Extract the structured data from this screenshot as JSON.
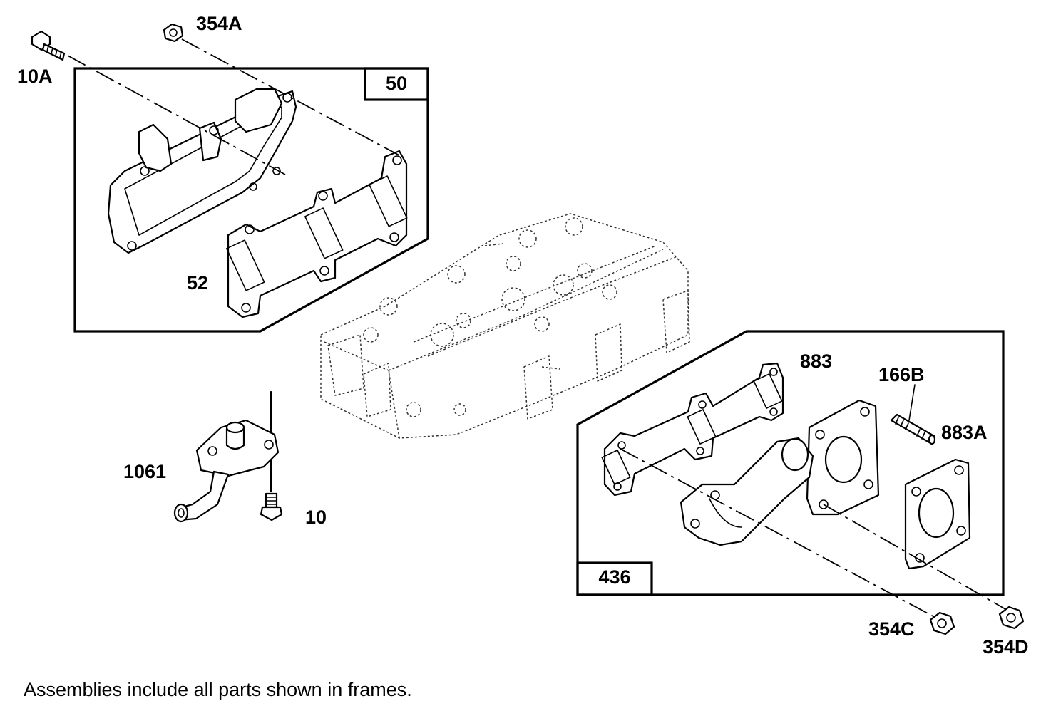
{
  "labels": {
    "p10A": "10A",
    "p354A": "354A",
    "p50": "50",
    "p52": "52",
    "p883": "883",
    "p166B": "166B",
    "p883A": "883A",
    "p1061": "1061",
    "p10": "10",
    "p436": "436",
    "p354C": "354C",
    "p354D": "354D"
  },
  "footnote": "Assemblies include all parts shown in frames."
}
